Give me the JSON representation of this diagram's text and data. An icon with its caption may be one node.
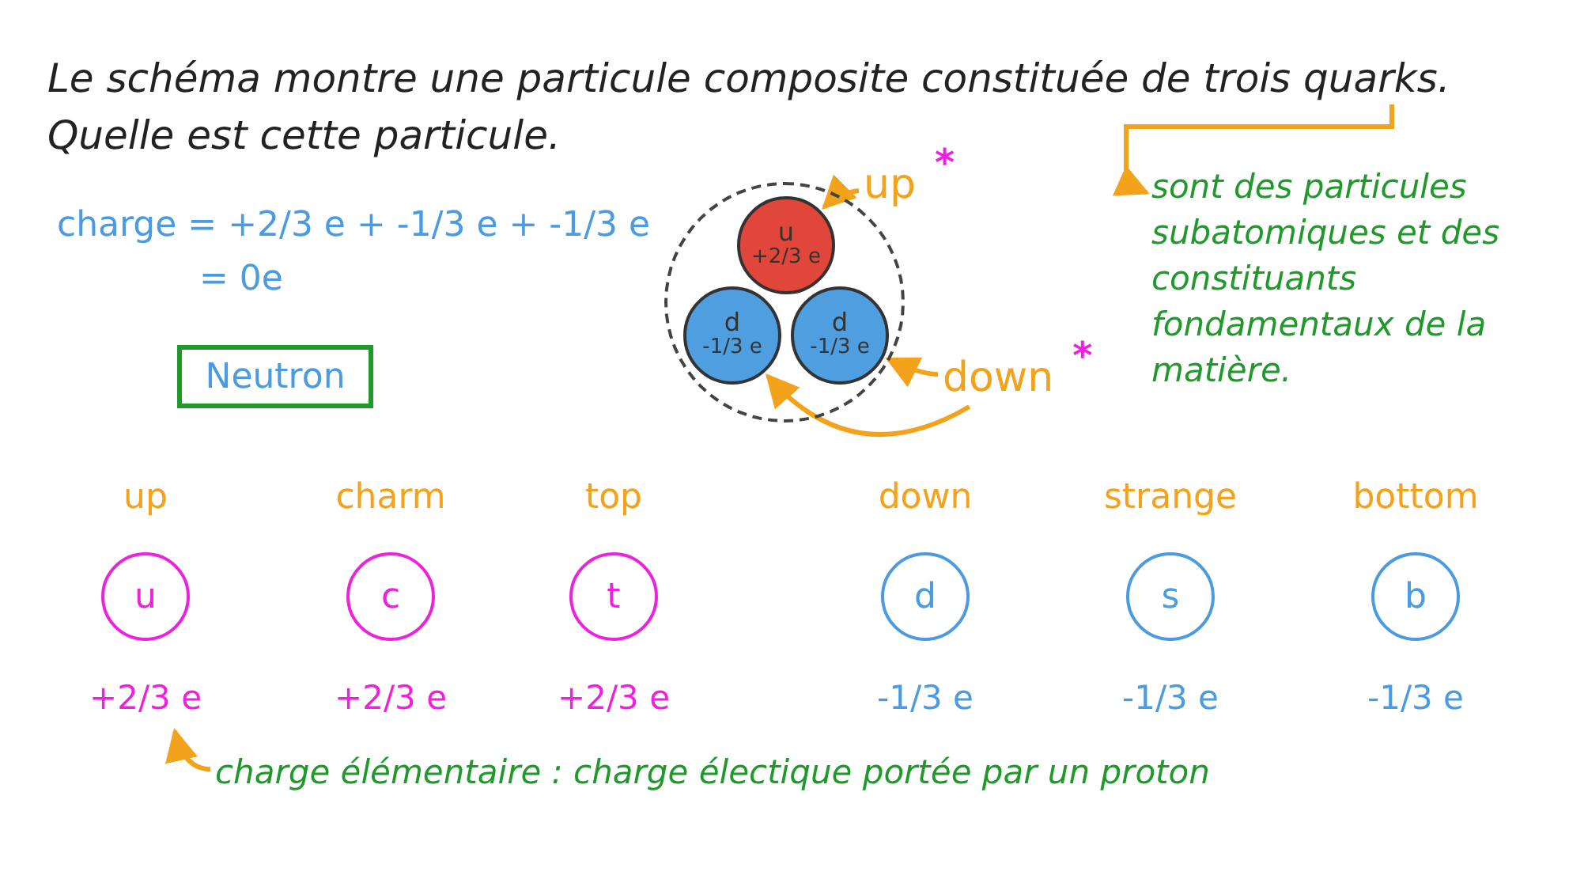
{
  "diagram": {
    "title": "Le schéma montre une particule composite constituée de trois quarks. Quelle est cette particule.",
    "nodes": [
      {
        "text": [],
        "shape": "circle"
      },
      {
        "text": [
          "u",
          "+2/3 e"
        ],
        "in": 0
      },
      {
        "text": [
          "d",
          "-1/3 e"
        ],
        "in": 0
      },
      {
        "text": [
          "d",
          "-1/3 e"
        ],
        "in": 0
      },
      {
        "text": [
          "up"
        ],
        "beside": [
          "*"
        ]
      },
      {
        "text": [
          "down"
        ],
        "beside": [
          "*"
        ]
      },
      {
        "text": [
          "sont des particules subatomiques et des constituants fondamentaux de la matière."
        ]
      },
      {
        "text": [
          "Neutron"
        ]
      },
      {
        "text": [
          "u"
        ],
        "beside": [
          "up",
          "+2/3 e"
        ]
      },
      {
        "text": [
          "c"
        ],
        "beside": [
          "charm",
          "+2/3 e"
        ]
      },
      {
        "text": [
          "t"
        ],
        "beside": [
          "top",
          "+2/3 e"
        ]
      },
      {
        "text": [
          "d"
        ],
        "beside": [
          "down",
          "-1/3 e"
        ]
      },
      {
        "text": [
          "s"
        ],
        "beside": [
          "strange",
          "-1/3 e"
        ]
      },
      {
        "text": [
          "b"
        ],
        "beside": [
          "bottom",
          "-1/3 e"
        ]
      },
      {
        "text": [
          "charge élémentaire : charge électique portée par un proton"
        ]
      }
    ],
    "edges": [
      {
        "from": 4,
        "to": 1,
        "arrow": "to"
      },
      {
        "from": 5,
        "to": 3,
        "arrow": "to"
      },
      {
        "from": 5,
        "to": 2,
        "arrow": "to"
      },
      {
        "from": null,
        "to": 6,
        "arrow": "to"
      },
      {
        "from": 14,
        "to": 8,
        "arrow": "to"
      }
    ],
    "labels": [
      "charge = +2/3 e + -1/3 e + -1/3 e",
      "= 0e"
    ]
  }
}
